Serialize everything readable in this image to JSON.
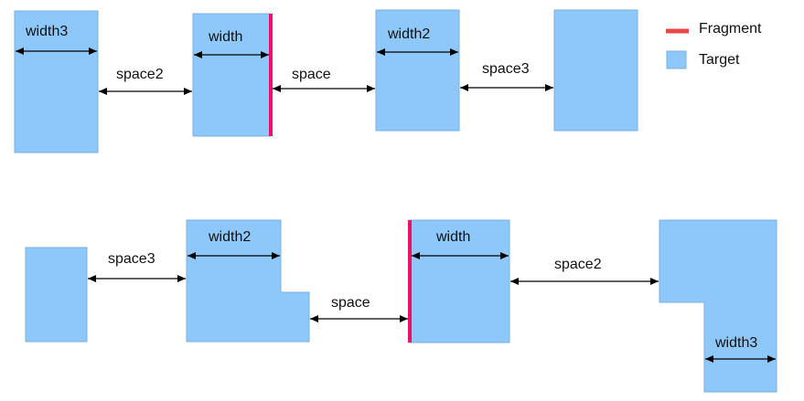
{
  "colors": {
    "target": "#8ec8fb",
    "target_stroke": "#7ab0e0",
    "fragment": "#f0106a",
    "legend_fragment": "#e8484a",
    "arrow": "#000000"
  },
  "legend": {
    "fragment_label": "Fragment",
    "target_label": "Target"
  },
  "top_row": {
    "labels": {
      "width3": "width3",
      "space2": "space2",
      "width": "width",
      "space": "space",
      "width2": "width2",
      "space3": "space3"
    }
  },
  "bottom_row": {
    "labels": {
      "space3": "space3",
      "width2": "width2",
      "space": "space",
      "width": "width",
      "space2": "space2",
      "width3": "width3"
    }
  }
}
